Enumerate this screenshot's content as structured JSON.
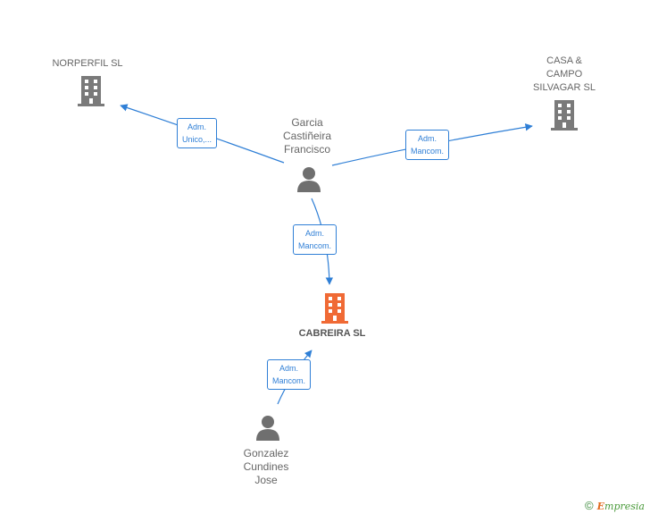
{
  "colors": {
    "edge": "#2f7fd6",
    "company": "#7a7a7a",
    "company_main": "#f06a35",
    "person": "#6f6f6f"
  },
  "nodes": {
    "norperfil": {
      "label": "NORPERFIL SL",
      "icon": "building-icon"
    },
    "casa_campo": {
      "label": "CASA &\nCAMPO\nSILVAGAR SL",
      "icon": "building-icon"
    },
    "garcia": {
      "label": "Garcia\nCastiñeira\nFrancisco",
      "icon": "person-icon"
    },
    "cabreira": {
      "label": "CABREIRA SL",
      "icon": "building-icon"
    },
    "gonzalez": {
      "label": "Gonzalez\nCundines\nJose",
      "icon": "person-icon"
    }
  },
  "edges": {
    "garcia_norperfil": "Adm.\nUnico,...",
    "garcia_casa_campo": "Adm.\nMancom.",
    "garcia_cabreira": "Adm.\nMancom.",
    "gonzalez_cabreira": "Adm.\nMancom."
  },
  "footer": {
    "copyright": "©",
    "brand_initial": "E",
    "brand_rest": "mpresia"
  }
}
